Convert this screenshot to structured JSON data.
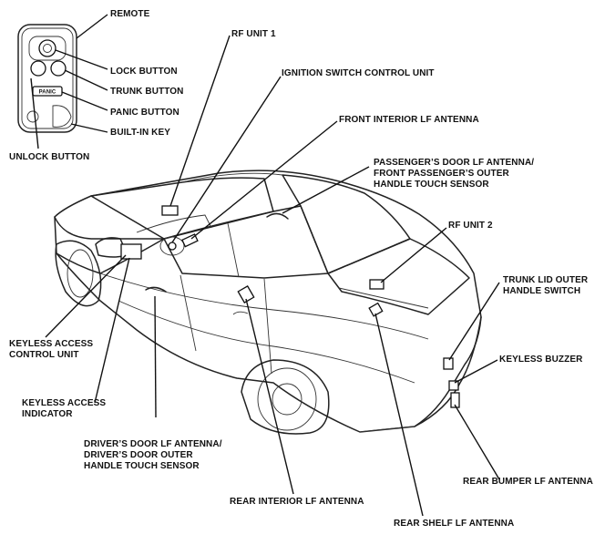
{
  "labels": {
    "remote": "REMOTE",
    "lock_button": "LOCK BUTTON",
    "trunk_button": "TRUNK BUTTON",
    "panic_button": "PANIC BUTTON",
    "built_in_key": "BUILT-IN KEY",
    "unlock_button": "UNLOCK BUTTON",
    "panic_key_text": "PANIC",
    "rf_unit_1": "RF UNIT 1",
    "ignition_switch_control_unit": "IGNITION SWITCH CONTROL UNIT",
    "front_interior_lf_antenna": "FRONT INTERIOR LF ANTENNA",
    "passengers_door_antenna": [
      "PASSENGER’S DOOR LF ANTENNA/",
      "FRONT PASSENGER’S OUTER",
      "HANDLE TOUCH SENSOR"
    ],
    "rf_unit_2": "RF UNIT 2",
    "trunk_lid_outer_handle_switch": [
      "TRUNK LID OUTER",
      "HANDLE SWITCH"
    ],
    "keyless_buzzer": "KEYLESS BUZZER",
    "keyless_access_control_unit": [
      "KEYLESS ACCESS",
      "CONTROL UNIT"
    ],
    "keyless_access_indicator": [
      "KEYLESS ACCESS",
      "INDICATOR"
    ],
    "drivers_door_antenna": [
      "DRIVER’S DOOR LF ANTENNA/",
      "DRIVER’S DOOR OUTER",
      "HANDLE TOUCH SENSOR"
    ],
    "rear_interior_lf_antenna": "REAR INTERIOR LF ANTENNA",
    "rear_bumper_lf_antenna": "REAR BUMPER LF ANTENNA",
    "rear_shelf_lf_antenna": "REAR SHELF LF ANTENNA"
  },
  "colors": {
    "ink": "#111111",
    "paper": "#ffffff"
  }
}
